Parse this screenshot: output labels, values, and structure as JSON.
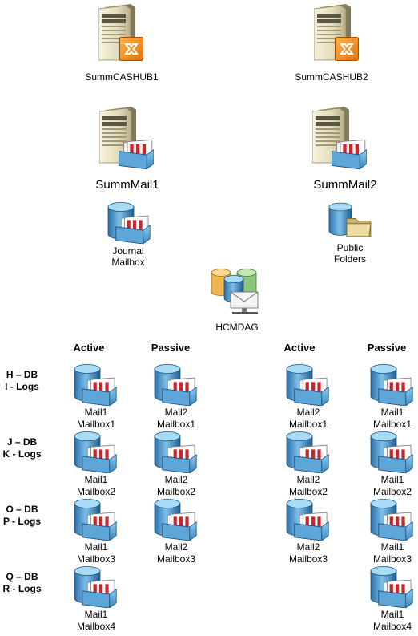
{
  "servers": [
    {
      "id": "hub1",
      "label": "SummCASHUB1",
      "icon": "server-exchange-icon"
    },
    {
      "id": "hub2",
      "label": "SummCASHUB2",
      "icon": "server-exchange-icon"
    },
    {
      "id": "mail1",
      "label": "SummMail1",
      "icon": "server-mailbox-icon"
    },
    {
      "id": "mail2",
      "label": "SummMail2",
      "icon": "server-mailbox-icon"
    }
  ],
  "stores": {
    "journal": {
      "line1": "Journal",
      "line2": "Mailbox",
      "icon": "journal-mailbox-icon"
    },
    "public": {
      "line1": "Public",
      "line2": "Folders",
      "icon": "public-folders-icon"
    }
  },
  "dag": {
    "label": "HCMDAG",
    "icon": "dag-cluster-icon"
  },
  "columns": [
    "Active",
    "Passive",
    "Active",
    "Passive"
  ],
  "rows": [
    {
      "line1": "H – DB",
      "line2": "I - Logs"
    },
    {
      "line1": "J – DB",
      "line2": "K - Logs"
    },
    {
      "line1": "O – DB",
      "line2": "P - Logs"
    },
    {
      "line1": "Q – DB",
      "line2": "R - Logs"
    }
  ],
  "databases": [
    [
      {
        "server": "Mail1",
        "mailbox": "Mailbox1"
      },
      {
        "server": "Mail2",
        "mailbox": "Mailbox1"
      },
      {
        "server": "Mail2",
        "mailbox": "Mailbox1"
      },
      {
        "server": "Mail1",
        "mailbox": "Mailbox1"
      }
    ],
    [
      {
        "server": "Mail1",
        "mailbox": "Mailbox2"
      },
      {
        "server": "Mail2",
        "mailbox": "Mailbox2"
      },
      {
        "server": "Mail2",
        "mailbox": "Mailbox2"
      },
      {
        "server": "Mail1",
        "mailbox": "Mailbox2"
      }
    ],
    [
      {
        "server": "Mail1",
        "mailbox": "Mailbox3"
      },
      {
        "server": "Mail2",
        "mailbox": "Mailbox3"
      },
      {
        "server": "Mail2",
        "mailbox": "Mailbox3"
      },
      {
        "server": "Mail1",
        "mailbox": "Mailbox3"
      }
    ],
    [
      {
        "server": "Mail1",
        "mailbox": "Mailbox4"
      },
      null,
      null,
      {
        "server": "Mail1",
        "mailbox": "Mailbox4"
      }
    ]
  ],
  "colors": {
    "server_body": "#ebe6c8",
    "exchange_orange": "#f08a1c",
    "db_blue": "#3f8cc4",
    "folder_tan": "#d8c27a"
  }
}
